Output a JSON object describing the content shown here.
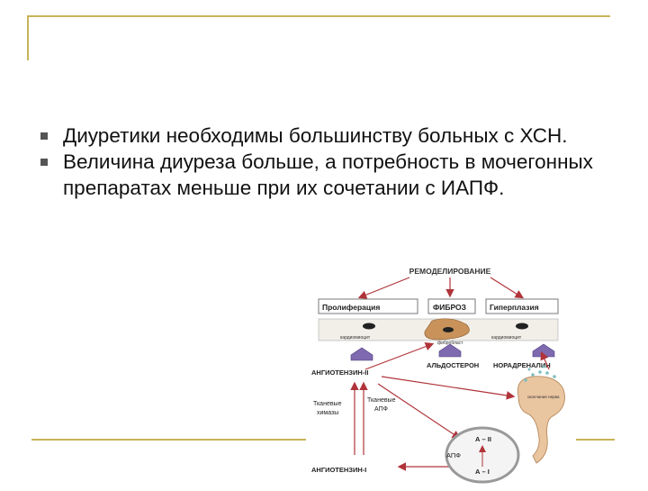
{
  "slide": {
    "bullets": [
      "Диуретики необходимы большинству больных с ХСН.",
      "Величина диуреза больше, а потребность в мочегонных препаратах меньше при их сочетании с ИАПФ."
    ],
    "accent_color": "#c8b458"
  },
  "diagram": {
    "remodeling": "РЕМОДЕЛИРОВАНИЕ",
    "proliferation": "Пролиферация",
    "fibrosis": "ФИБРОЗ",
    "hyperplasia": "Гиперплазия",
    "cardiomyocyte_left": "кардиомиоцит",
    "fibroblast": "фибробласт",
    "cardiomyocyte_right": "кардиомиоцит",
    "angiotensin_ii": "АНГИОТЕНЗИН-II",
    "aldosterone": "АЛЬДОСТЕРОН",
    "noradrenaline": "НОРАДРЕНАЛИН",
    "tissue_chymases": "Тканевые химазы",
    "tissue_ace": "Тканевые АПФ",
    "a_ii": "А – II",
    "ace": "АПФ",
    "a_i": "А – I",
    "angiotensin_i": "АНГИОТЕНЗИН-I",
    "nerve_ending": "окончание нерва"
  }
}
